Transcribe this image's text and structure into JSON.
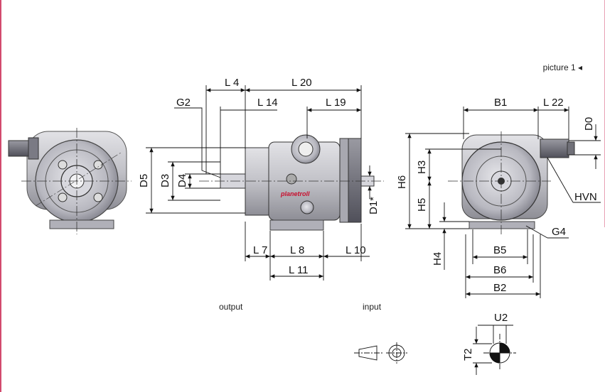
{
  "picture_ref": {
    "label": "picture 1",
    "marker": "◂"
  },
  "brand_label": "planetroll",
  "captions": {
    "output": "output",
    "input": "input"
  },
  "dims": {
    "L4": "L 4",
    "L20": "L 20",
    "G2": "G2",
    "L14": "L 14",
    "L19": "L 19",
    "D5": "D5",
    "D3": "D3",
    "D4": "D4",
    "D1": "D1*",
    "L7": "L 7",
    "L8": "L 8",
    "L10": "L 10",
    "L11": "L 11",
    "B1": "B1",
    "L22": "L 22",
    "D0": "D0",
    "H3": "H3",
    "H6": "H6",
    "H5": "H5",
    "HVN": "HVN",
    "G4": "G4",
    "H4": "H4",
    "B5": "B5",
    "B6": "B6",
    "B2": "B2",
    "U2": "U2",
    "T2": "T2"
  },
  "colors": {
    "housing": "#c8c8cc",
    "housing_dark": "#8a8a92",
    "line": "#111111",
    "accent_red": "#c8102e"
  }
}
